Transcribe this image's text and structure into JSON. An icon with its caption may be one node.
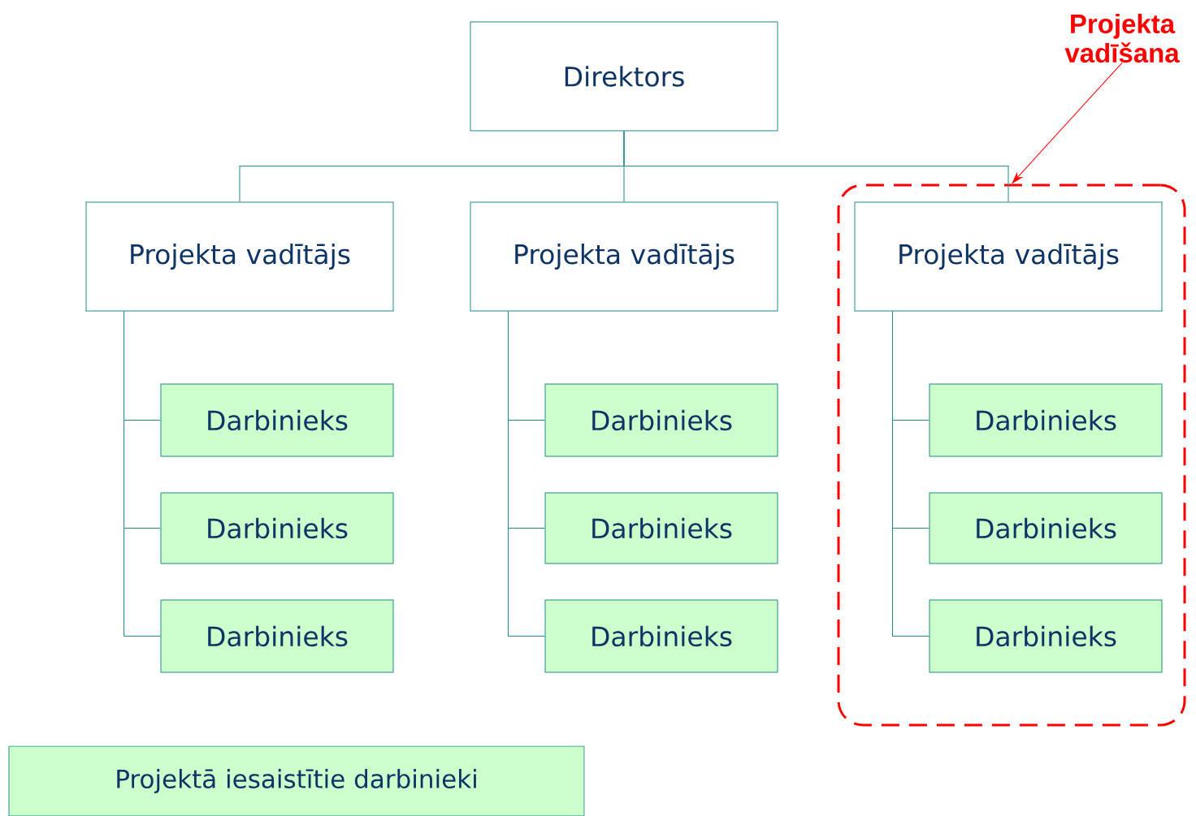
{
  "diagram": {
    "nodes": [
      {
        "text": [
          "Direktors"
        ]
      },
      {
        "text": [
          "Projekta vadītājs"
        ]
      },
      {
        "text": [
          "Darbinieks"
        ]
      },
      {
        "text": [
          "Darbinieks"
        ]
      },
      {
        "text": [
          "Darbinieks"
        ]
      },
      {
        "text": [
          "Projekta vadītājs"
        ]
      },
      {
        "text": [
          "Darbinieks"
        ]
      },
      {
        "text": [
          "Darbinieks"
        ]
      },
      {
        "text": [
          "Darbinieks"
        ]
      },
      {
        "text": [],
        "shape": "box"
      },
      {
        "text": [
          "Projekta vadītājs"
        ],
        "in": 9
      },
      {
        "text": [
          "Darbinieks"
        ],
        "in": 9
      },
      {
        "text": [
          "Darbinieks"
        ],
        "in": 9
      },
      {
        "text": [
          "Darbinieks"
        ],
        "in": 9
      },
      {
        "text": [
          "Projekta vadīšana"
        ]
      }
    ],
    "edges": [
      {
        "from": 0,
        "to": 1,
        "arrow": "none"
      },
      {
        "from": 0,
        "to": 5,
        "arrow": "none"
      },
      {
        "from": 0,
        "to": 10,
        "arrow": "none"
      },
      {
        "from": 1,
        "to": 2,
        "arrow": "none"
      },
      {
        "from": 1,
        "to": 3,
        "arrow": "none"
      },
      {
        "from": 1,
        "to": 4,
        "arrow": "none"
      },
      {
        "from": 5,
        "to": 6,
        "arrow": "none"
      },
      {
        "from": 5,
        "to": 7,
        "arrow": "none"
      },
      {
        "from": 5,
        "to": 8,
        "arrow": "none"
      },
      {
        "from": 10,
        "to": 11,
        "arrow": "none"
      },
      {
        "from": 10,
        "to": 12,
        "arrow": "none"
      },
      {
        "from": 10,
        "to": 13,
        "arrow": "none"
      },
      {
        "from": 14,
        "to": 9,
        "arrow": "to",
        "color": "#ff0000"
      }
    ],
    "legend": [
      {
        "text": "Projektā iesaistītie darbinieki",
        "color": "#ccffcc"
      }
    ]
  }
}
